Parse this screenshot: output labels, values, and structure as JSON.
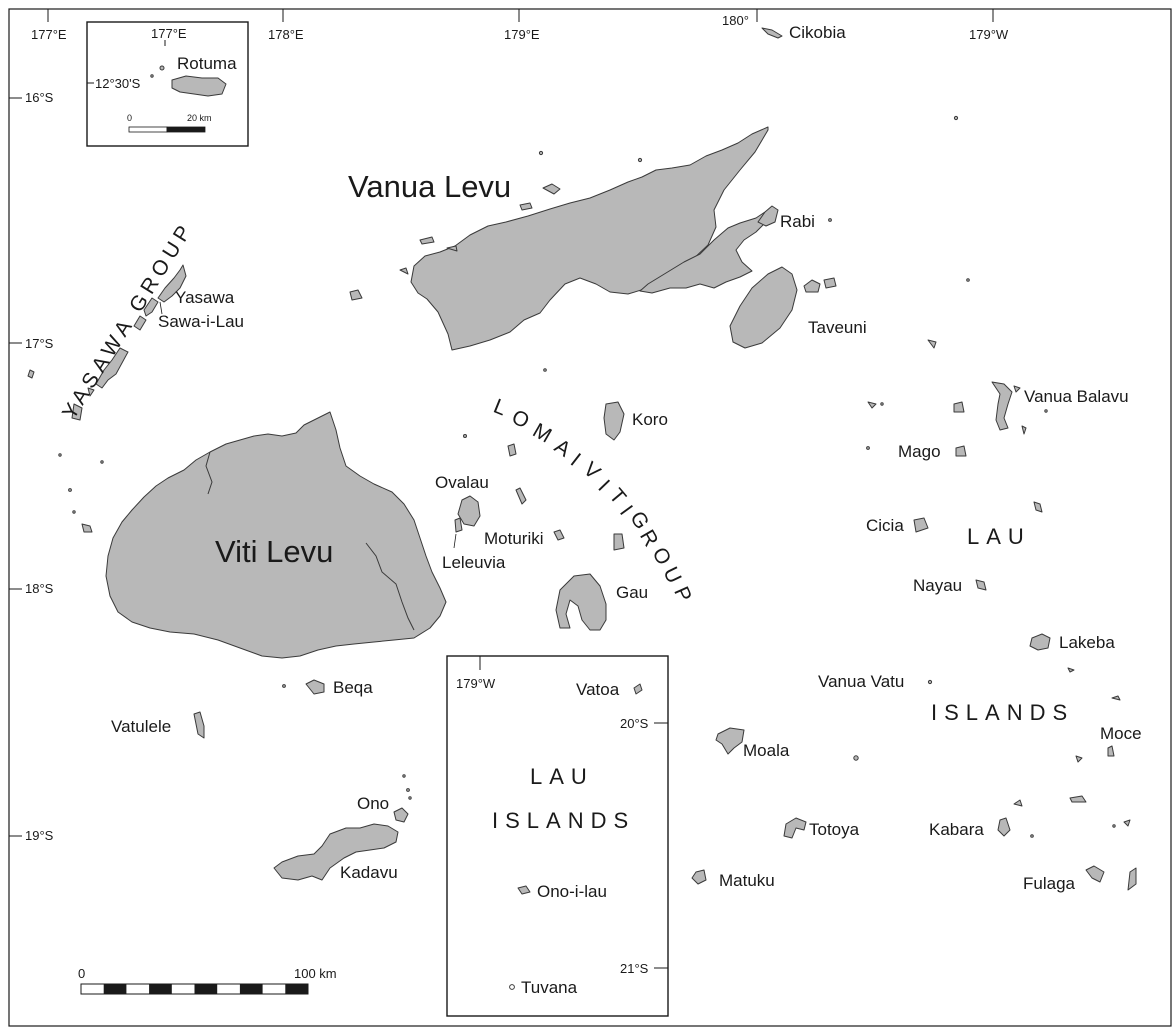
{
  "islands": {
    "vanua_levu": "Vanua Levu",
    "viti_levu": "Viti Levu",
    "yasawa": "Yasawa",
    "sawa_i_lau": "Sawa-i-Lau",
    "rabi": "Rabi",
    "taveuni": "Taveuni",
    "cikobia": "Cikobia",
    "koro": "Koro",
    "ovalau": "Ovalau",
    "moturiki": "Moturiki",
    "leleuvia": "Leleuvia",
    "gau": "Gau",
    "beqa": "Beqa",
    "vatulele": "Vatulele",
    "ono": "Ono",
    "kadavu": "Kadavu",
    "vanua_balavu": "Vanua Balavu",
    "mago": "Mago",
    "cicia": "Cicia",
    "nayau": "Nayau",
    "lakeba": "Lakeba",
    "vanua_vatu": "Vanua Vatu",
    "moce": "Moce",
    "moala": "Moala",
    "totoya": "Totoya",
    "kabara": "Kabara",
    "matuku": "Matuku",
    "fulaga": "Fulaga",
    "rotuma": "Rotuma",
    "vatoa": "Vatoa",
    "ono_i_lau": "Ono-i-lau",
    "tuvana": "Tuvana"
  },
  "groups": {
    "yasawa_group": "YASAWA GROUP",
    "lomaiviti_letters": [
      "L",
      "O",
      "M",
      "A",
      "I",
      "V",
      "I",
      "T",
      "I"
    ],
    "group_letters": [
      "G",
      "R",
      "O",
      "U",
      "P"
    ],
    "lau": "LAU",
    "islands": "ISLANDS",
    "inset_lau": "LAU",
    "inset_islands": "ISLANDS"
  },
  "graticule": {
    "lon_177e": "177°E",
    "lon_178e": "178°E",
    "lon_179e": "179°E",
    "lon_180": "180°",
    "lon_179w": "179°W",
    "lat_16s": "16°S",
    "lat_17s": "17°S",
    "lat_18s": "18°S",
    "lat_19s": "19°S"
  },
  "rotuma_inset": {
    "lon": "177°E",
    "lat": "12°30'S",
    "scale_zero": "0",
    "scale_end": "20 km"
  },
  "lau_inset": {
    "lon": "179°W",
    "lat_20": "20°S",
    "lat_21": "21°S"
  },
  "scalebar": {
    "zero": "0",
    "end": "100 km",
    "segments": 10
  },
  "colors": {
    "land": "#b8b8b8",
    "outline": "#3a3a3a",
    "water": "#ffffff"
  }
}
